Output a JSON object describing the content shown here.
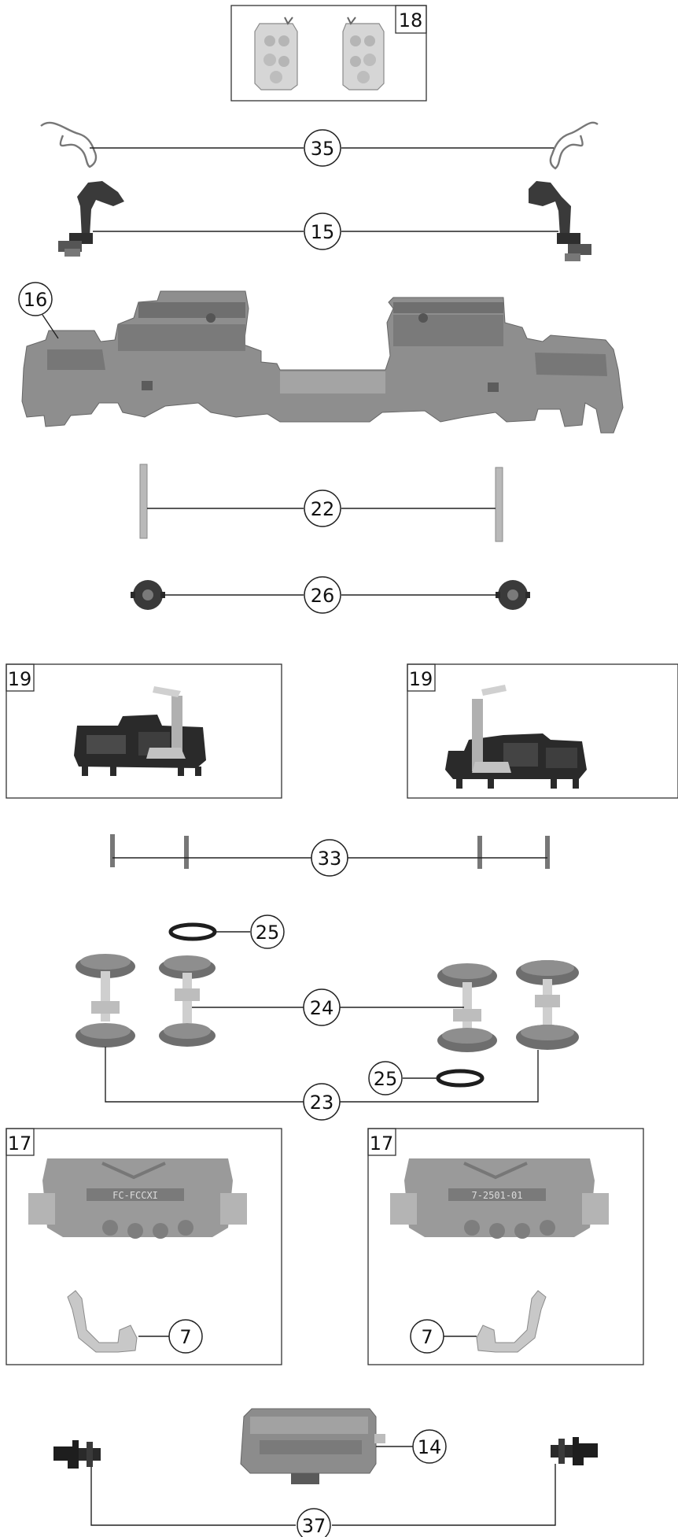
{
  "parts": {
    "p18": "18",
    "p35": "35",
    "p15": "15",
    "p16": "16",
    "p22": "22",
    "p26": "26",
    "p19a": "19",
    "p19b": "19",
    "p33": "33",
    "p25a": "25",
    "p24": "24",
    "p25b": "25",
    "p23": "23",
    "p17a": "17",
    "p17b": "17",
    "p7a": "7",
    "p7b": "7",
    "p14": "14",
    "p37": "37"
  },
  "plates": {
    "left_plate_text": "FC-FCCXI",
    "right_plate_text": "7-2501-01"
  },
  "colors": {
    "line": "#222222",
    "part_dark": "#2a2a2a",
    "part_mid": "#8a8a8a",
    "part_light": "#c9c9c9",
    "frame_grey": "#9a9a9a"
  }
}
